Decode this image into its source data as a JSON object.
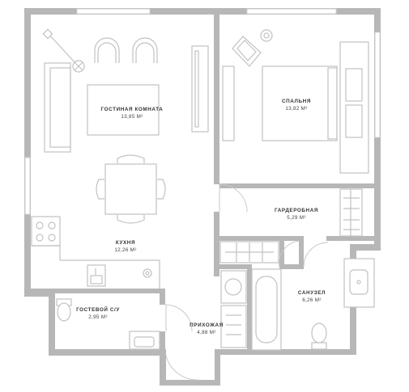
{
  "rooms": [
    {
      "id": "living",
      "name": "ГОСТИНАЯ КОМНАТА",
      "area": "13,85 М²"
    },
    {
      "id": "bedroom",
      "name": "СПАЛЬНЯ",
      "area": "13,82 М²"
    },
    {
      "id": "wardrobe",
      "name": "ГАРДЕРОБНАЯ",
      "area": "5,29 М²"
    },
    {
      "id": "kitchen",
      "name": "КУХНЯ",
      "area": "12,26 М²"
    },
    {
      "id": "bathroom",
      "name": "САНУЗЕЛ",
      "area": "6,26 М²"
    },
    {
      "id": "guest-wc",
      "name": "ГОСТЕВОЙ С/У",
      "area": "2,95 М²"
    },
    {
      "id": "hallway",
      "name": "ПРИХОЖАЯ",
      "area": "4,88 М²"
    }
  ],
  "colors": {
    "wall": "#b7b7b7",
    "furniture": "#c2c2c2",
    "text": "#333333",
    "background": "#ffffff"
  }
}
